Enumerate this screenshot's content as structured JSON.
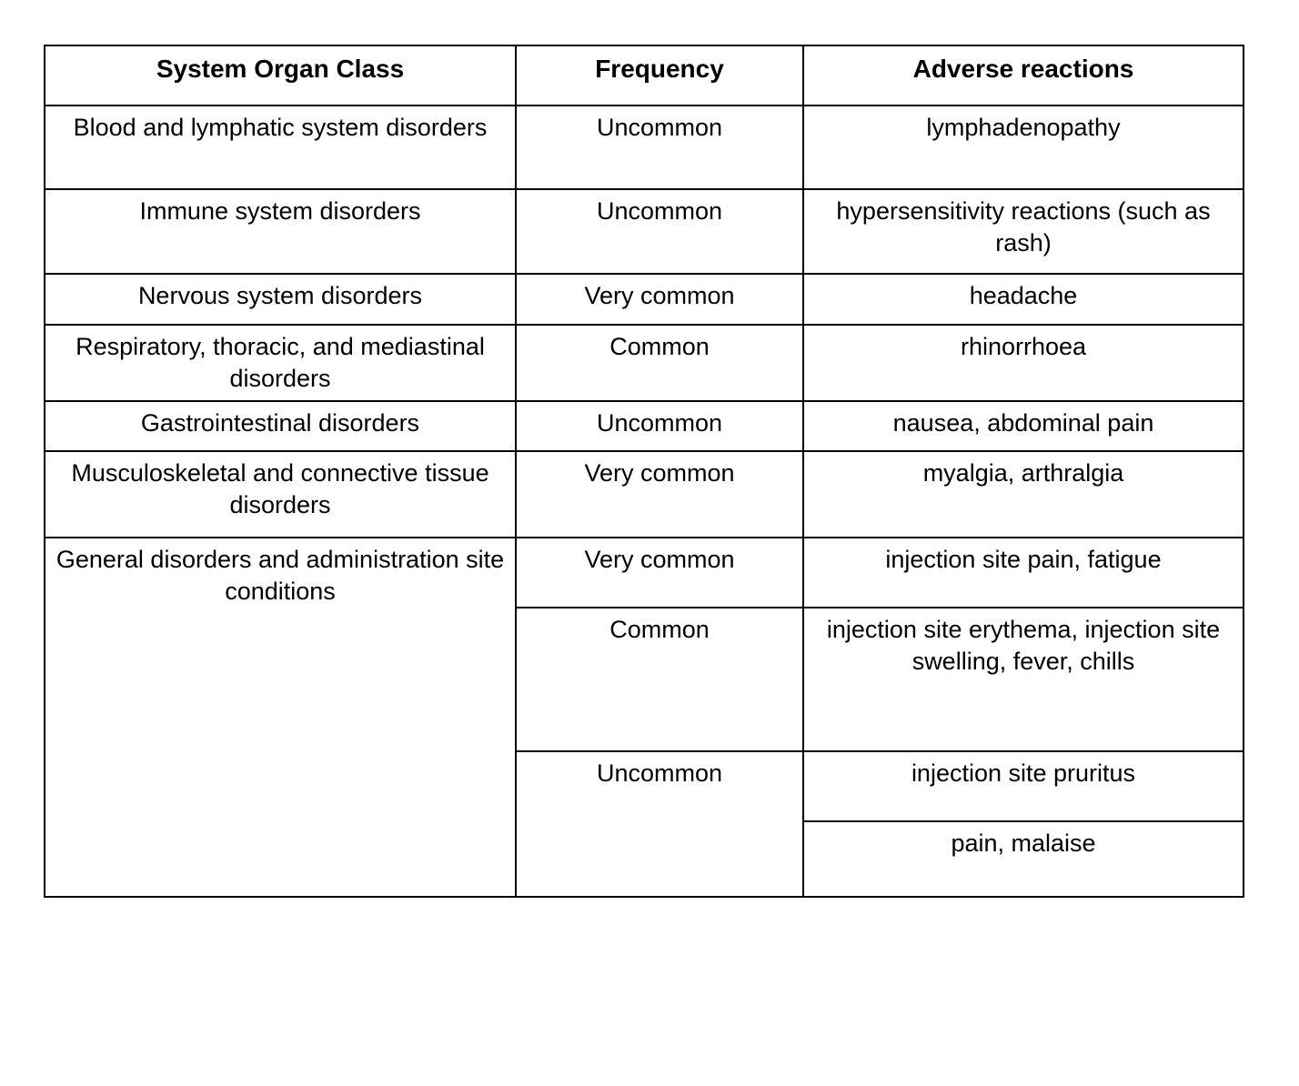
{
  "table": {
    "name": "adverse-drug-reactions-table",
    "columns": [
      {
        "key": "system_organ_class",
        "label": "System Organ Class"
      },
      {
        "key": "frequency",
        "label": "Frequency"
      },
      {
        "key": "adverse_reactions",
        "label": "Adverse reactions"
      }
    ],
    "rows": [
      {
        "system_organ_class": "Blood and lymphatic system disorders",
        "frequency": "Uncommon",
        "adverse_reactions": "lymphadenopathy"
      },
      {
        "system_organ_class": "Immune system disorders",
        "frequency": "Uncommon",
        "adverse_reactions": "hypersensitivity reactions (such as rash)"
      },
      {
        "system_organ_class": "Nervous system disorders",
        "frequency": "Very common",
        "adverse_reactions": "headache"
      },
      {
        "system_organ_class": "Respiratory, thoracic, and mediastinal disorders",
        "frequency": "Common",
        "adverse_reactions": "rhinorrhoea"
      },
      {
        "system_organ_class": "Gastrointestinal disorders",
        "frequency": "Uncommon",
        "adverse_reactions": "nausea, abdominal pain"
      },
      {
        "system_organ_class": "Musculoskeletal and connective tissue disorders",
        "frequency": "Very common",
        "adverse_reactions": "myalgia, arthralgia"
      },
      {
        "system_organ_class": "General disorders and administration site conditions",
        "frequency": "Very common",
        "adverse_reactions": "injection site pain, fatigue"
      },
      {
        "system_organ_class": "",
        "frequency": "Common",
        "adverse_reactions": "injection site erythema, injection site swelling, fever, chills"
      },
      {
        "system_organ_class": "",
        "frequency": "Uncommon",
        "adverse_reactions": "injection site pruritus"
      },
      {
        "system_organ_class": "",
        "frequency": "",
        "adverse_reactions": "pain, malaise"
      }
    ],
    "colors": {
      "border": "#000000",
      "text": "#000000",
      "background": "#ffffff"
    }
  }
}
